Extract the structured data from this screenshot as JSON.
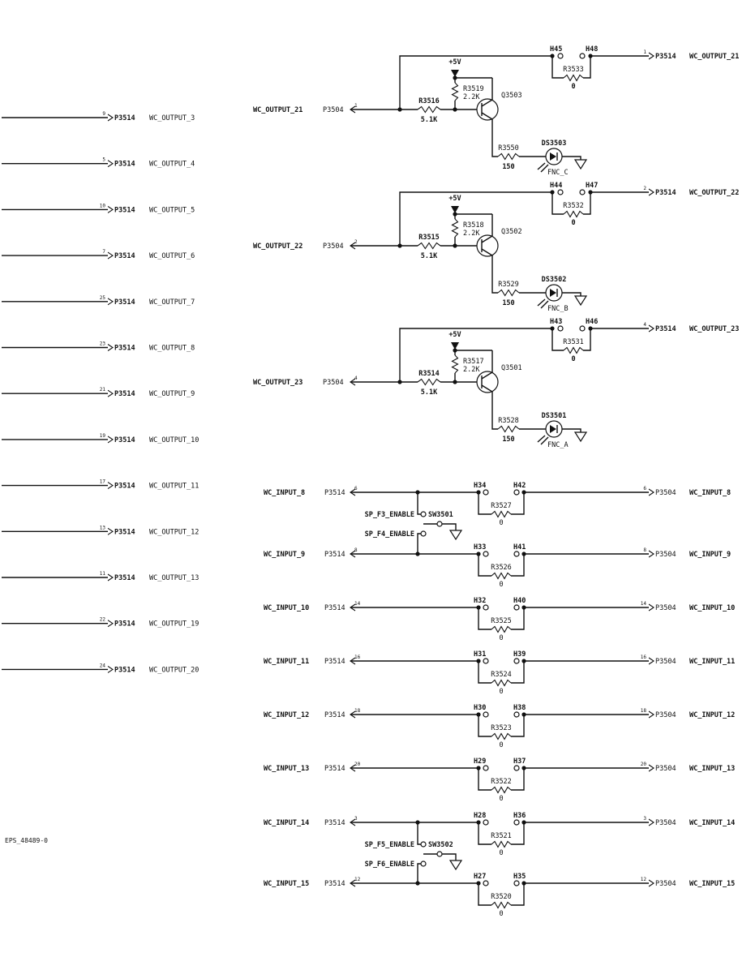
{
  "document_id": "EPS_48489-0",
  "left_outputs": [
    {
      "pin": "9",
      "connector": "P3514",
      "signal": "WC_OUTPUT_3"
    },
    {
      "pin": "5",
      "connector": "P3514",
      "signal": "WC_OUTPUT_4"
    },
    {
      "pin": "10",
      "connector": "P3514",
      "signal": "WC_OUTPUT_5"
    },
    {
      "pin": "7",
      "connector": "P3514",
      "signal": "WC_OUTPUT_6"
    },
    {
      "pin": "25",
      "connector": "P3514",
      "signal": "WC_OUTPUT_7"
    },
    {
      "pin": "23",
      "connector": "P3514",
      "signal": "WC_OUTPUT_8"
    },
    {
      "pin": "21",
      "connector": "P3514",
      "signal": "WC_OUTPUT_9"
    },
    {
      "pin": "19",
      "connector": "P3514",
      "signal": "WC_OUTPUT_10"
    },
    {
      "pin": "17",
      "connector": "P3514",
      "signal": "WC_OUTPUT_11"
    },
    {
      "pin": "13",
      "connector": "P3514",
      "signal": "WC_OUTPUT_12"
    },
    {
      "pin": "11",
      "connector": "P3514",
      "signal": "WC_OUTPUT_13"
    },
    {
      "pin": "22",
      "connector": "P3514",
      "signal": "WC_OUTPUT_19"
    },
    {
      "pin": "24",
      "connector": "P3514",
      "signal": "WC_OUTPUT_20"
    }
  ],
  "driver_circuits": [
    {
      "signal": "WC_OUTPUT_21",
      "in_connector": "P3504",
      "in_pin": "1",
      "supply": "+5V",
      "base_resistor": {
        "ref": "R3516",
        "value": "5.1K"
      },
      "pullup_resistor": {
        "ref": "R3519",
        "value": "2.2K"
      },
      "transistor": "Q3503",
      "led_resistor": {
        "ref": "R3550",
        "value": "150"
      },
      "led": {
        "ref": "DS3503",
        "label": "FNC_C"
      },
      "jumper_left": "H45",
      "jumper_right": "H48",
      "bypass_resistor": {
        "ref": "R3533",
        "value": "0"
      },
      "out_pin": "1",
      "out_connector": "P3514",
      "out_signal": "WC_OUTPUT_21"
    },
    {
      "signal": "WC_OUTPUT_22",
      "in_connector": "P3504",
      "in_pin": "2",
      "supply": "+5V",
      "base_resistor": {
        "ref": "R3515",
        "value": "5.1K"
      },
      "pullup_resistor": {
        "ref": "R3518",
        "value": "2.2K"
      },
      "transistor": "Q3502",
      "led_resistor": {
        "ref": "R3529",
        "value": "150"
      },
      "led": {
        "ref": "DS3502",
        "label": "FNC_B"
      },
      "jumper_left": "H44",
      "jumper_right": "H47",
      "bypass_resistor": {
        "ref": "R3532",
        "value": "0"
      },
      "out_pin": "2",
      "out_connector": "P3514",
      "out_signal": "WC_OUTPUT_22"
    },
    {
      "signal": "WC_OUTPUT_23",
      "in_connector": "P3504",
      "in_pin": "4",
      "supply": "+5V",
      "base_resistor": {
        "ref": "R3514",
        "value": "5.1K"
      },
      "pullup_resistor": {
        "ref": "R3517",
        "value": "2.2K"
      },
      "transistor": "Q3501",
      "led_resistor": {
        "ref": "R3528",
        "value": "150"
      },
      "led": {
        "ref": "DS3501",
        "label": "FNC_A"
      },
      "jumper_left": "H43",
      "jumper_right": "H46",
      "bypass_resistor": {
        "ref": "R3531",
        "value": "0"
      },
      "out_pin": "4",
      "out_connector": "P3514",
      "out_signal": "WC_OUTPUT_23"
    }
  ],
  "input_lines": [
    {
      "signal": "WC_INPUT_8",
      "in_connector": "P3514",
      "in_pin": "6",
      "jumper_left": "H34",
      "jumper_right": "H42",
      "resistor": {
        "ref": "R3527",
        "value": "0"
      },
      "out_pin": "6",
      "out_connector": "P3504",
      "out_signal": "WC_INPUT_8"
    },
    {
      "signal": "WC_INPUT_9",
      "in_connector": "P3514",
      "in_pin": "8",
      "jumper_left": "H33",
      "jumper_right": "H41",
      "resistor": {
        "ref": "R3526",
        "value": "0"
      },
      "out_pin": "8",
      "out_connector": "P3504",
      "out_signal": "WC_INPUT_9"
    },
    {
      "signal": "WC_INPUT_10",
      "in_connector": "P3514",
      "in_pin": "14",
      "jumper_left": "H32",
      "jumper_right": "H40",
      "resistor": {
        "ref": "R3525",
        "value": "0"
      },
      "out_pin": "14",
      "out_connector": "P3504",
      "out_signal": "WC_INPUT_10"
    },
    {
      "signal": "WC_INPUT_11",
      "in_connector": "P3514",
      "in_pin": "16",
      "jumper_left": "H31",
      "jumper_right": "H39",
      "resistor": {
        "ref": "R3524",
        "value": "0"
      },
      "out_pin": "16",
      "out_connector": "P3504",
      "out_signal": "WC_INPUT_11"
    },
    {
      "signal": "WC_INPUT_12",
      "in_connector": "P3514",
      "in_pin": "18",
      "jumper_left": "H30",
      "jumper_right": "H38",
      "resistor": {
        "ref": "R3523",
        "value": "0"
      },
      "out_pin": "18",
      "out_connector": "P3504",
      "out_signal": "WC_INPUT_12"
    },
    {
      "signal": "WC_INPUT_13",
      "in_connector": "P3514",
      "in_pin": "20",
      "jumper_left": "H29",
      "jumper_right": "H37",
      "resistor": {
        "ref": "R3522",
        "value": "0"
      },
      "out_pin": "20",
      "out_connector": "P3504",
      "out_signal": "WC_INPUT_13"
    },
    {
      "signal": "WC_INPUT_14",
      "in_connector": "P3514",
      "in_pin": "3",
      "jumper_left": "H28",
      "jumper_right": "H36",
      "resistor": {
        "ref": "R3521",
        "value": "0"
      },
      "out_pin": "3",
      "out_connector": "P3504",
      "out_signal": "WC_INPUT_14"
    },
    {
      "signal": "WC_INPUT_15",
      "in_connector": "P3514",
      "in_pin": "12",
      "jumper_left": "H27",
      "jumper_right": "H35",
      "resistor": {
        "ref": "R3520",
        "value": "0"
      },
      "out_pin": "12",
      "out_connector": "P3504",
      "out_signal": "WC_INPUT_15"
    }
  ],
  "switches": [
    {
      "ref": "SW3501",
      "upper_label": "SP_F3_ENABLE",
      "lower_label": "SP_F4_ENABLE"
    },
    {
      "ref": "SW3502",
      "upper_label": "SP_F5_ENABLE",
      "lower_label": "SP_F6_ENABLE"
    }
  ]
}
